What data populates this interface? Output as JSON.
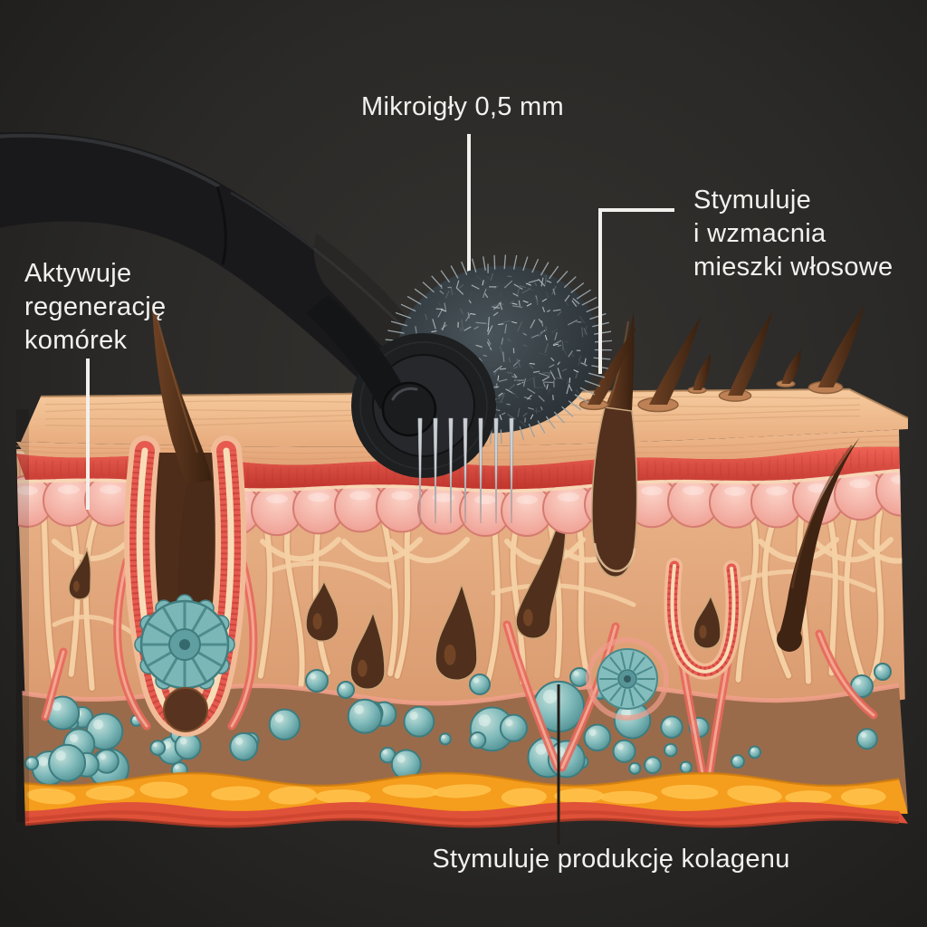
{
  "labels": {
    "microneedles": {
      "text": "Mikroigły 0,5 mm"
    },
    "hair_follicles": {
      "lines": [
        "Stymuluje",
        "i wzmacnia",
        "mieszki włosowe"
      ]
    },
    "cell_regeneration": {
      "lines": [
        "Aktywuje",
        "regenerację",
        "komórek"
      ]
    },
    "collagen": {
      "text": "Stymuluje produkcję kolagenu"
    }
  },
  "graphics": {
    "device_icon": "dermaroller-icon",
    "skin_icon": "skin-cross-section-icon",
    "hair_icon": "hair-icon",
    "fat_cells_icon": "fat-cells-icon"
  },
  "colors": {
    "background": "#2b2a28",
    "label_text": "#f3f1ee",
    "connector_line": "#f2f0ed",
    "skin_surface": "#f0c094",
    "epidermis_red_band": "#d9453a",
    "papillary_pink": "#f3a89c",
    "dermis": "#e2a87e",
    "hypodermis_brown": "#9a6b4a",
    "fat_cells_teal": "#7fb9ba",
    "fat_layer_orange": "#f59d20",
    "base_layer_red": "#df5138",
    "hair_brown": "#4a2a17",
    "roller_black": "#1a1b1d",
    "needle_silver": "#cdd1d4"
  }
}
